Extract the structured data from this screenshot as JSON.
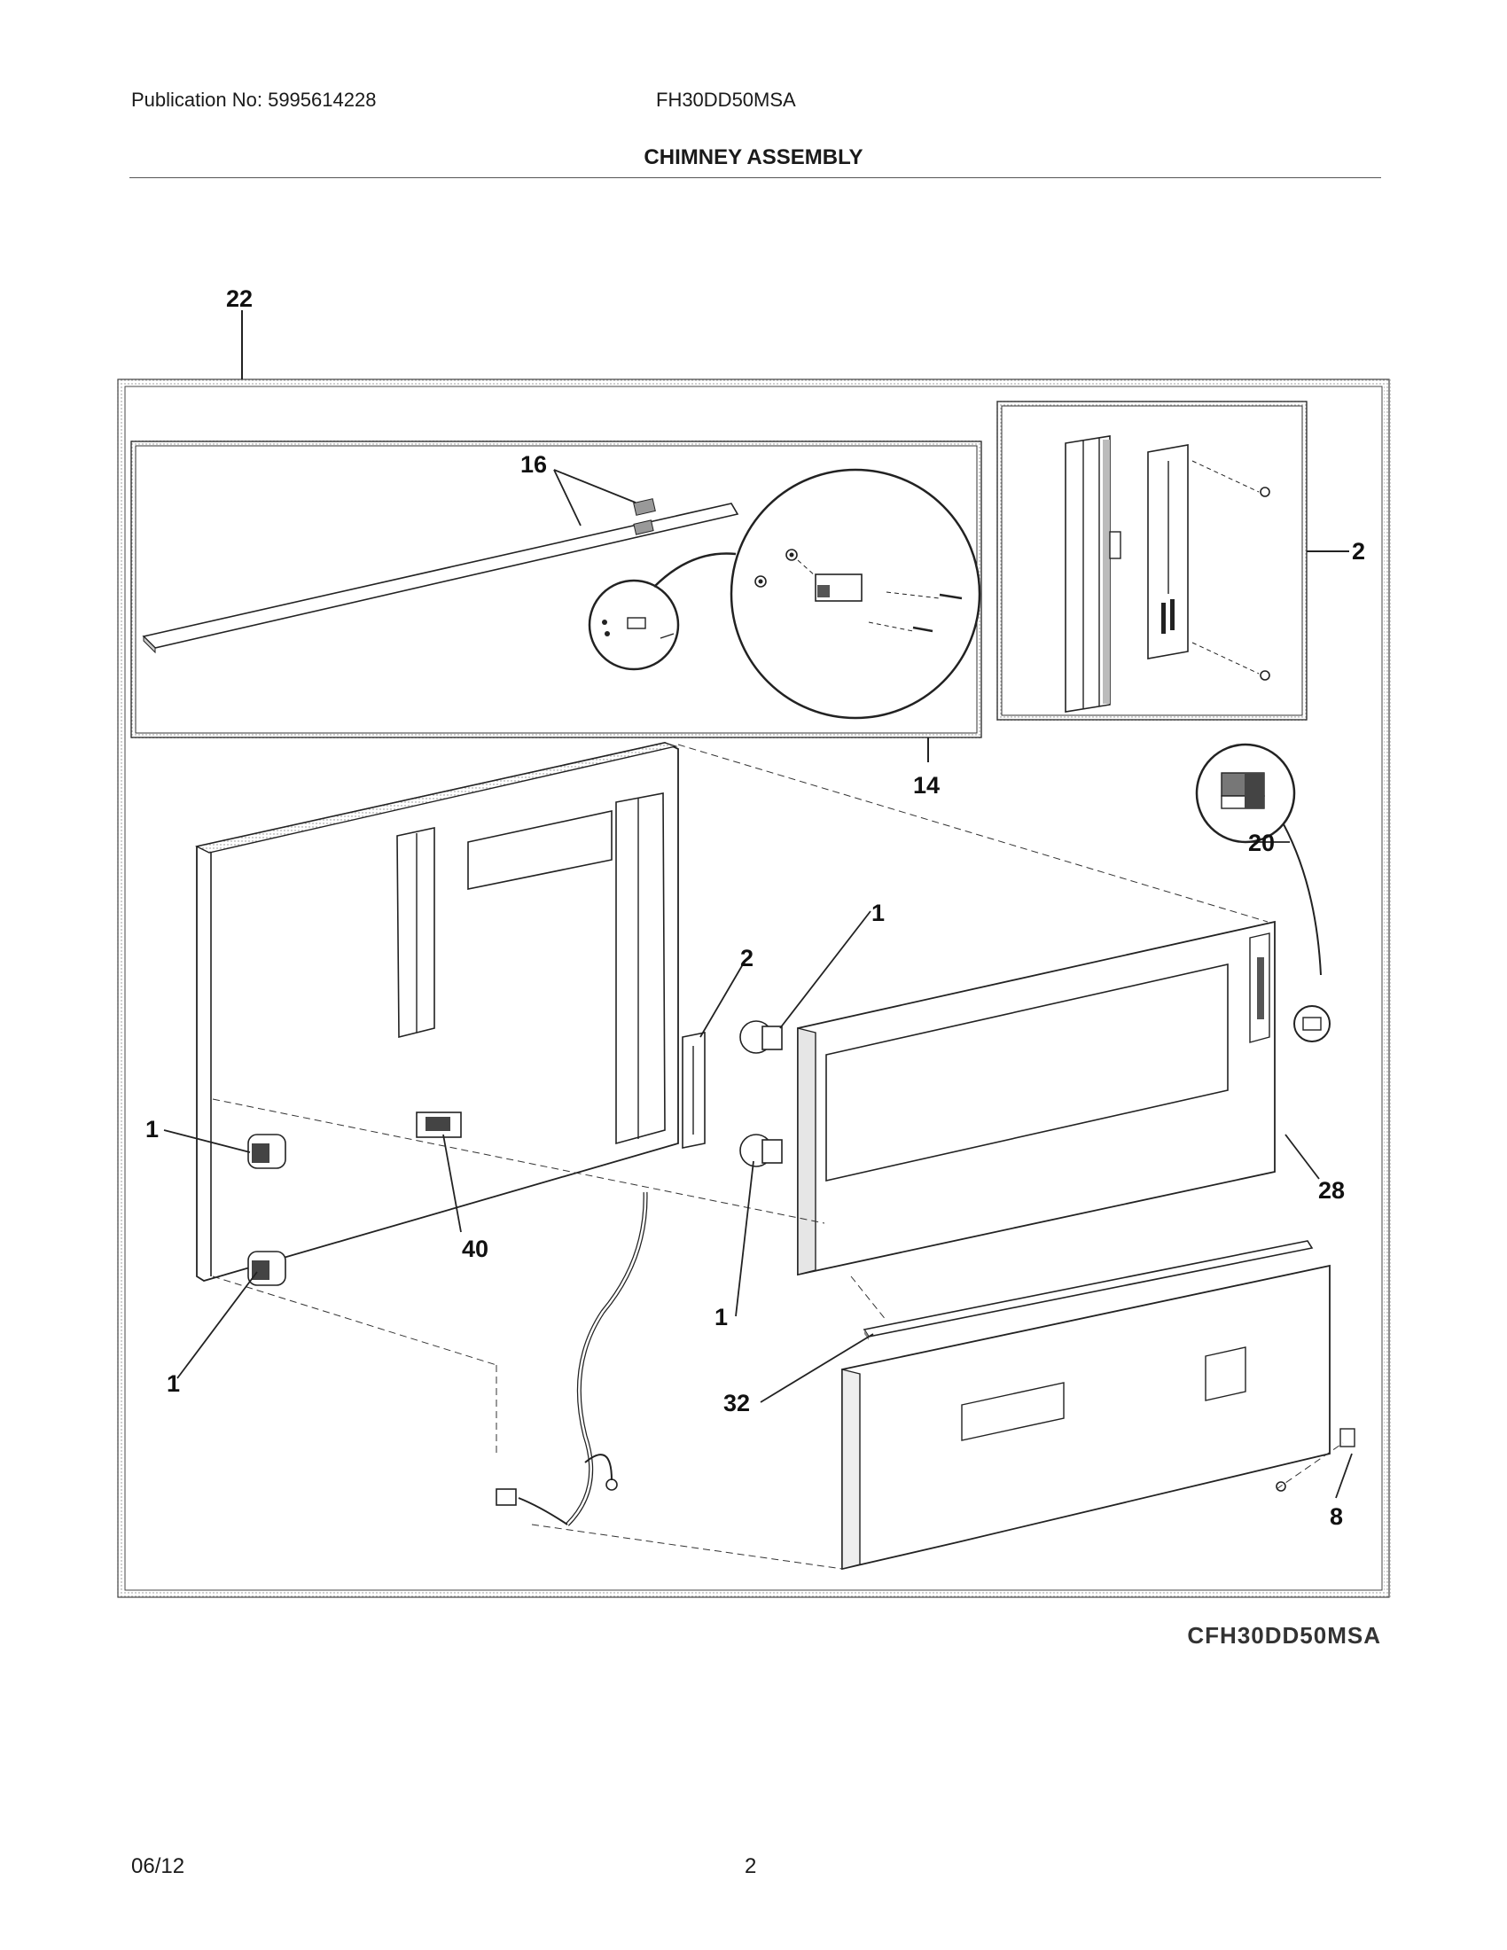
{
  "header": {
    "publication": "Publication No: 5995614228",
    "model": "FH30DD50MSA",
    "title": "CHIMNEY ASSEMBLY"
  },
  "callouts": {
    "c22": "22",
    "c16": "16",
    "c2a": "2",
    "c14": "14",
    "c20": "20",
    "c1a": "1",
    "c2b": "2",
    "c1b": "1",
    "c40": "40",
    "c1c": "1",
    "c1d": "1",
    "c28": "28",
    "c32": "32",
    "c8": "8"
  },
  "diagram_code": "CFH30DD50MSA",
  "footer": {
    "date": "06/12",
    "page": "2"
  }
}
